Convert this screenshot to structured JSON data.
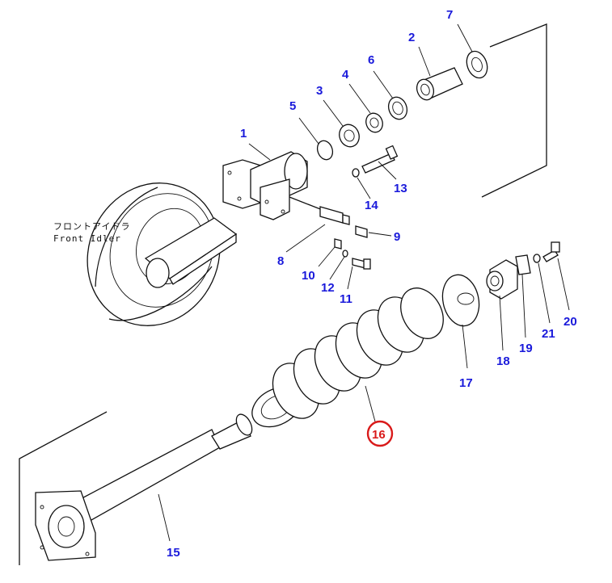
{
  "diagram": {
    "caption_jp": "フロントアイドラ",
    "caption_en": "Front Idler",
    "callouts": [
      {
        "id": "1",
        "label": "1"
      },
      {
        "id": "2",
        "label": "2"
      },
      {
        "id": "3",
        "label": "3"
      },
      {
        "id": "4",
        "label": "4"
      },
      {
        "id": "5",
        "label": "5"
      },
      {
        "id": "6",
        "label": "6"
      },
      {
        "id": "7",
        "label": "7"
      },
      {
        "id": "8",
        "label": "8"
      },
      {
        "id": "9",
        "label": "9"
      },
      {
        "id": "10",
        "label": "10"
      },
      {
        "id": "11",
        "label": "11"
      },
      {
        "id": "12",
        "label": "12"
      },
      {
        "id": "13",
        "label": "13"
      },
      {
        "id": "14",
        "label": "14"
      },
      {
        "id": "15",
        "label": "15"
      },
      {
        "id": "16",
        "label": "16",
        "highlighted": true
      },
      {
        "id": "17",
        "label": "17"
      },
      {
        "id": "18",
        "label": "18"
      },
      {
        "id": "19",
        "label": "19"
      },
      {
        "id": "20",
        "label": "20"
      },
      {
        "id": "21",
        "label": "21"
      }
    ],
    "colors": {
      "callout_text": "#1a1adb",
      "highlight_ring": "#d91a1a",
      "line": "#111111",
      "background": "#ffffff"
    }
  }
}
